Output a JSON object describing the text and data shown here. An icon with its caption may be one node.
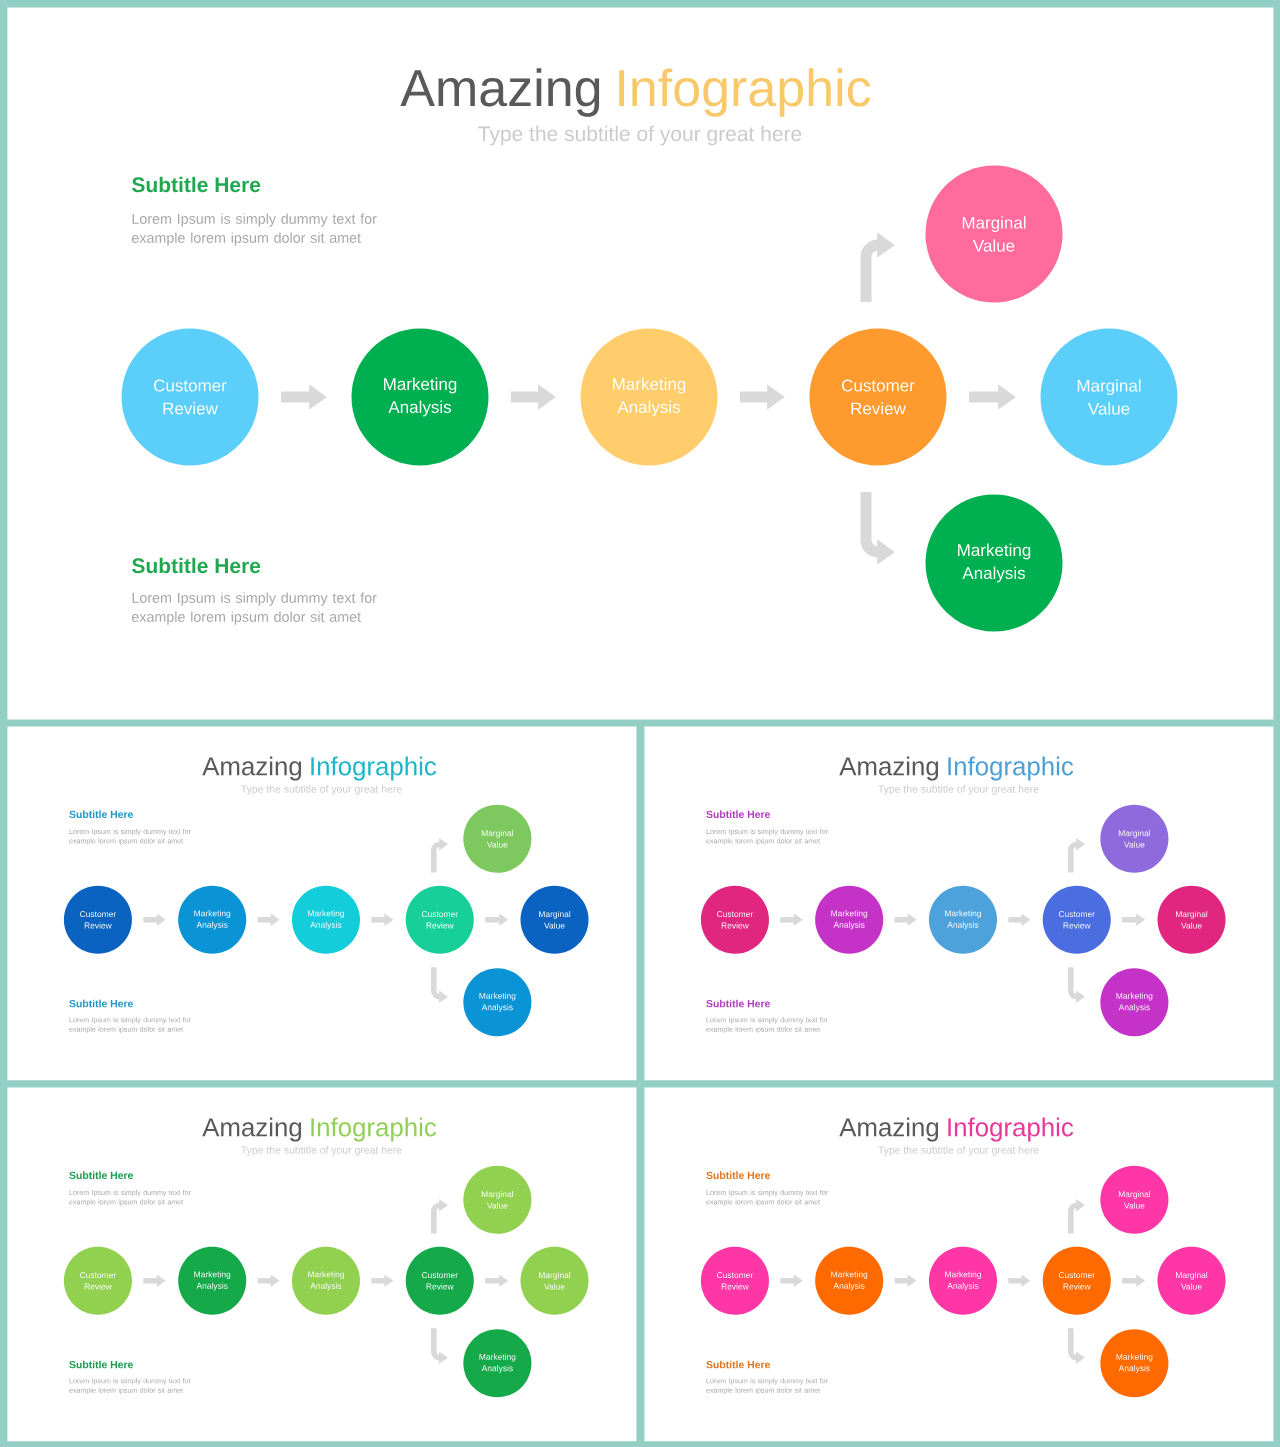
{
  "diagram": {
    "nodes": [
      {
        "text": [
          "Amazing",
          "Infographic",
          "Type the subtitle of your great here",
          "Subtitle Here",
          "Lorem Ipsum is simply dummy text for example lorem ipsum dolor sit amet",
          "Subtitle Here",
          "Lorem Ipsum is simply dummy text for example lorem ipsum dolor sit amet"
        ]
      },
      {
        "text": [
          "Customer Review"
        ],
        "in": 0
      },
      {
        "text": [
          "Marketing Analysis"
        ],
        "in": 0
      },
      {
        "text": [
          "Marketing Analysis"
        ],
        "in": 0
      },
      {
        "text": [
          "Customer Review"
        ],
        "in": 0
      },
      {
        "text": [
          "Marginal Value"
        ],
        "in": 0
      },
      {
        "text": [
          "Marginal Value"
        ],
        "in": 0
      },
      {
        "text": [
          "Marketing Analysis"
        ],
        "in": 0
      },
      {
        "text": [
          "Amazing",
          "Infographic",
          "Type the subtitle of your great here",
          "Subtitle Here",
          "Lorem Ipsum is simply dummy text for example lorem ipsum dolor sit amet",
          "Subtitle Here",
          "Lorem Ipsum is simply dummy text for example lorem ipsum dolor sit amet"
        ]
      },
      {
        "text": [
          "Customer Review"
        ],
        "in": 8
      },
      {
        "text": [
          "Marketing Analysis"
        ],
        "in": 8
      },
      {
        "text": [
          "Marketing Analysis"
        ],
        "in": 8
      },
      {
        "text": [
          "Customer Review"
        ],
        "in": 8
      },
      {
        "text": [
          "Marginal Value"
        ],
        "in": 8
      },
      {
        "text": [
          "Marginal Value"
        ],
        "in": 8
      },
      {
        "text": [
          "Marketing Analysis"
        ],
        "in": 8
      },
      {
        "text": [
          "Amazing",
          "Infographic",
          "Type the subtitle of your great here",
          "Subtitle Here",
          "Lorem Ipsum is simply dummy text for example lorem ipsum dolor sit amet",
          "Subtitle Here",
          "Lorem Ipsum is simply dummy text for example lorem ipsum dolor sit amet"
        ]
      },
      {
        "text": [
          "Customer Review"
        ],
        "in": 16
      },
      {
        "text": [
          "Marketing Analysis"
        ],
        "in": 16
      },
      {
        "text": [
          "Marketing Analysis"
        ],
        "in": 16
      },
      {
        "text": [
          "Customer Review"
        ],
        "in": 16
      },
      {
        "text": [
          "Marginal Value"
        ],
        "in": 16
      },
      {
        "text": [
          "Marginal Value"
        ],
        "in": 16
      },
      {
        "text": [
          "Marketing Analysis"
        ],
        "in": 16
      },
      {
        "text": [
          "Amazing",
          "Infographic",
          "Type the subtitle of your great here",
          "Subtitle Here",
          "Lorem Ipsum is simply dummy text for example lorem ipsum dolor sit amet",
          "Subtitle Here",
          "Lorem Ipsum is simply dummy text for example lorem ipsum dolor sit amet"
        ]
      },
      {
        "text": [
          "Customer Review"
        ],
        "in": 24
      },
      {
        "text": [
          "Marketing Analysis"
        ],
        "in": 24
      },
      {
        "text": [
          "Marketing Analysis"
        ],
        "in": 24
      },
      {
        "text": [
          "Customer Review"
        ],
        "in": 24
      },
      {
        "text": [
          "Marginal Value"
        ],
        "in": 24
      },
      {
        "text": [
          "Marginal Value"
        ],
        "in": 24
      },
      {
        "text": [
          "Marketing Analysis"
        ],
        "in": 24
      },
      {
        "text": [
          "Amazing",
          "Infographic",
          "Type the subtitle of your great here",
          "Subtitle Here",
          "Lorem Ipsum is simply dummy text for example lorem ipsum dolor sit amet",
          "Subtitle Here",
          "Lorem Ipsum is simply dummy text for example lorem ipsum dolor sit amet"
        ]
      },
      {
        "text": [
          "Customer Review"
        ],
        "in": 32
      },
      {
        "text": [
          "Marketing Analysis"
        ],
        "in": 32
      },
      {
        "text": [
          "Marketing Analysis"
        ],
        "in": 32
      },
      {
        "text": [
          "Customer Review"
        ],
        "in": 32
      },
      {
        "text": [
          "Marginal Value"
        ],
        "in": 32
      },
      {
        "text": [
          "Marginal Value"
        ],
        "in": 32
      },
      {
        "text": [
          "Marketing Analysis"
        ],
        "in": 32
      }
    ],
    "edges": [
      {
        "from": 1,
        "to": 2,
        "arrow": "to",
        "style": "thick"
      },
      {
        "from": 2,
        "to": 3,
        "arrow": "to",
        "style": "thick"
      },
      {
        "from": 3,
        "to": 4,
        "arrow": "to",
        "style": "thick"
      },
      {
        "from": 4,
        "to": 5,
        "arrow": "to",
        "style": "thick"
      },
      {
        "from": 4,
        "to": 6,
        "arrow": "to",
        "style": "thick"
      },
      {
        "from": 4,
        "to": 7,
        "arrow": "to",
        "style": "thick"
      },
      {
        "from": 9,
        "to": 10,
        "arrow": "to"
      },
      {
        "from": 10,
        "to": 11,
        "arrow": "to"
      },
      {
        "from": 11,
        "to": 12,
        "arrow": "to"
      },
      {
        "from": 12,
        "to": 13,
        "arrow": "to"
      },
      {
        "from": 12,
        "to": 14,
        "arrow": "to"
      },
      {
        "from": 12,
        "to": 15,
        "arrow": "to"
      },
      {
        "from": 17,
        "to": 18,
        "arrow": "to"
      },
      {
        "from": 18,
        "to": 19,
        "arrow": "to"
      },
      {
        "from": 19,
        "to": 20,
        "arrow": "to"
      },
      {
        "from": 20,
        "to": 21,
        "arrow": "to"
      },
      {
        "from": 20,
        "to": 22,
        "arrow": "to"
      },
      {
        "from": 20,
        "to": 23,
        "arrow": "to"
      },
      {
        "from": 25,
        "to": 26,
        "arrow": "to"
      },
      {
        "from": 26,
        "to": 27,
        "arrow": "to"
      },
      {
        "from": 27,
        "to": 28,
        "arrow": "to"
      },
      {
        "from": 28,
        "to": 29,
        "arrow": "to"
      },
      {
        "from": 28,
        "to": 30,
        "arrow": "to"
      },
      {
        "from": 28,
        "to": 31,
        "arrow": "to"
      },
      {
        "from": 33,
        "to": 34,
        "arrow": "to"
      },
      {
        "from": 34,
        "to": 35,
        "arrow": "to"
      },
      {
        "from": 35,
        "to": 36,
        "arrow": "to"
      },
      {
        "from": 36,
        "to": 37,
        "arrow": "to"
      },
      {
        "from": 36,
        "to": 38,
        "arrow": "to"
      },
      {
        "from": 36,
        "to": 39,
        "arrow": "to"
      }
    ]
  }
}
